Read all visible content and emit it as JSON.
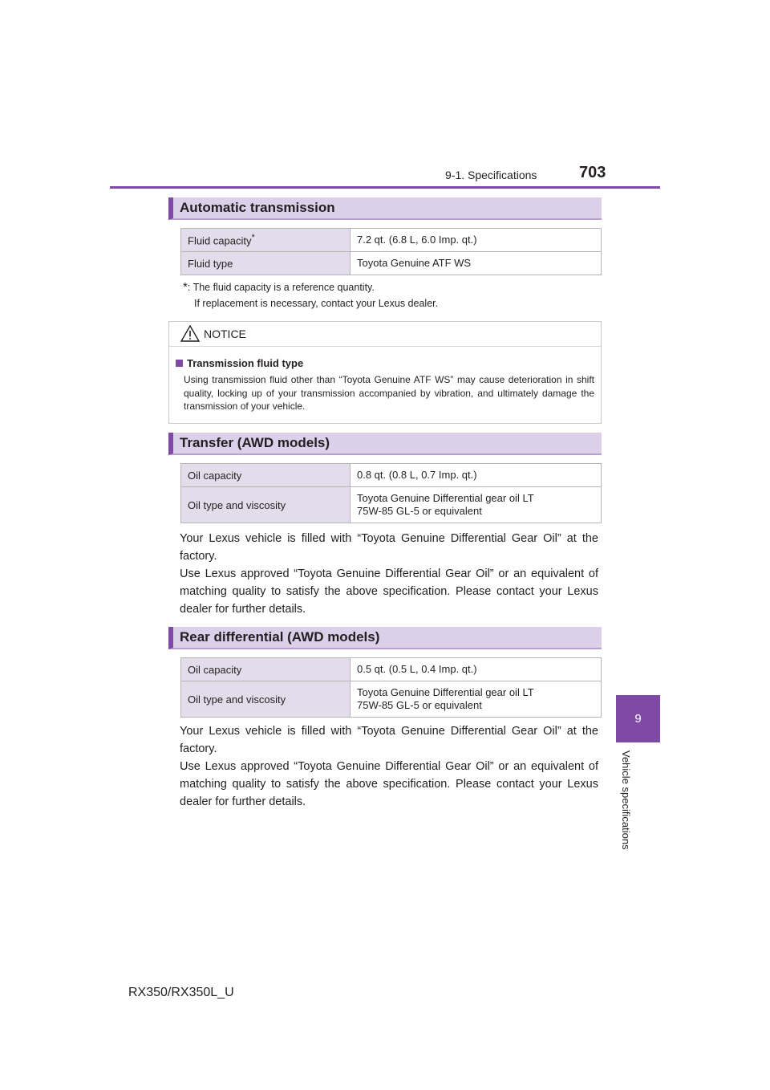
{
  "header": {
    "section": "9-1. Specifications",
    "page_number": "703"
  },
  "side_tab": {
    "chapter": "9",
    "label": "Vehicle specifications"
  },
  "automatic_transmission": {
    "title": "Automatic transmission",
    "rows": [
      {
        "label": "Fluid capacity",
        "mark": "*",
        "value": "7.2 qt. (6.8 L, 6.0 Imp. qt.)"
      },
      {
        "label": "Fluid type",
        "mark": "",
        "value": "Toyota Genuine ATF WS"
      }
    ],
    "footnote_mark": "*",
    "footnote_line1": ": The fluid capacity is a reference quantity.",
    "footnote_line2": "If replacement is necessary, contact your Lexus dealer."
  },
  "notice": {
    "label": "NOTICE",
    "subtitle": "Transmission fluid type",
    "body": "Using transmission fluid other than “Toyota Genuine ATF WS” may cause deterioration in shift quality, locking up of your transmission accompanied by vibration, and ultimately damage the transmission of your vehicle."
  },
  "transfer": {
    "title": "Transfer (AWD models)",
    "rows": [
      {
        "label": "Oil capacity",
        "value_line1": "0.8 qt. (0.8 L, 0.7 Imp. qt.)",
        "value_line2": ""
      },
      {
        "label": "Oil type and viscosity",
        "value_line1": "Toyota Genuine Differential gear oil LT",
        "value_line2": "75W-85 GL-5 or equivalent"
      }
    ],
    "para1": "Your Lexus vehicle is filled with “Toyota Genuine Differential Gear Oil” at the factory.",
    "para2": "Use Lexus approved “Toyota Genuine Differential Gear Oil” or an equivalent of matching quality to satisfy the above specification. Please contact your Lexus dealer for further details."
  },
  "rear_differential": {
    "title": "Rear differential (AWD models)",
    "rows": [
      {
        "label": "Oil capacity",
        "value_line1": "0.5 qt. (0.5 L, 0.4 Imp. qt.)",
        "value_line2": ""
      },
      {
        "label": "Oil type and viscosity",
        "value_line1": "Toyota Genuine Differential gear oil LT",
        "value_line2": "75W-85 GL-5 or equivalent"
      }
    ],
    "para1": "Your Lexus vehicle is filled with “Toyota Genuine Differential Gear Oil” at the factory.",
    "para2": "Use Lexus approved “Toyota Genuine Differential Gear Oil” or an equivalent of matching quality to satisfy the above specification. Please contact your Lexus dealer for further details."
  },
  "footer": {
    "model": "RX350/RX350L_U"
  },
  "colors": {
    "accent": "#7e4aa6",
    "section_bg": "#dccfea",
    "table_key_bg": "#e3dcea"
  }
}
